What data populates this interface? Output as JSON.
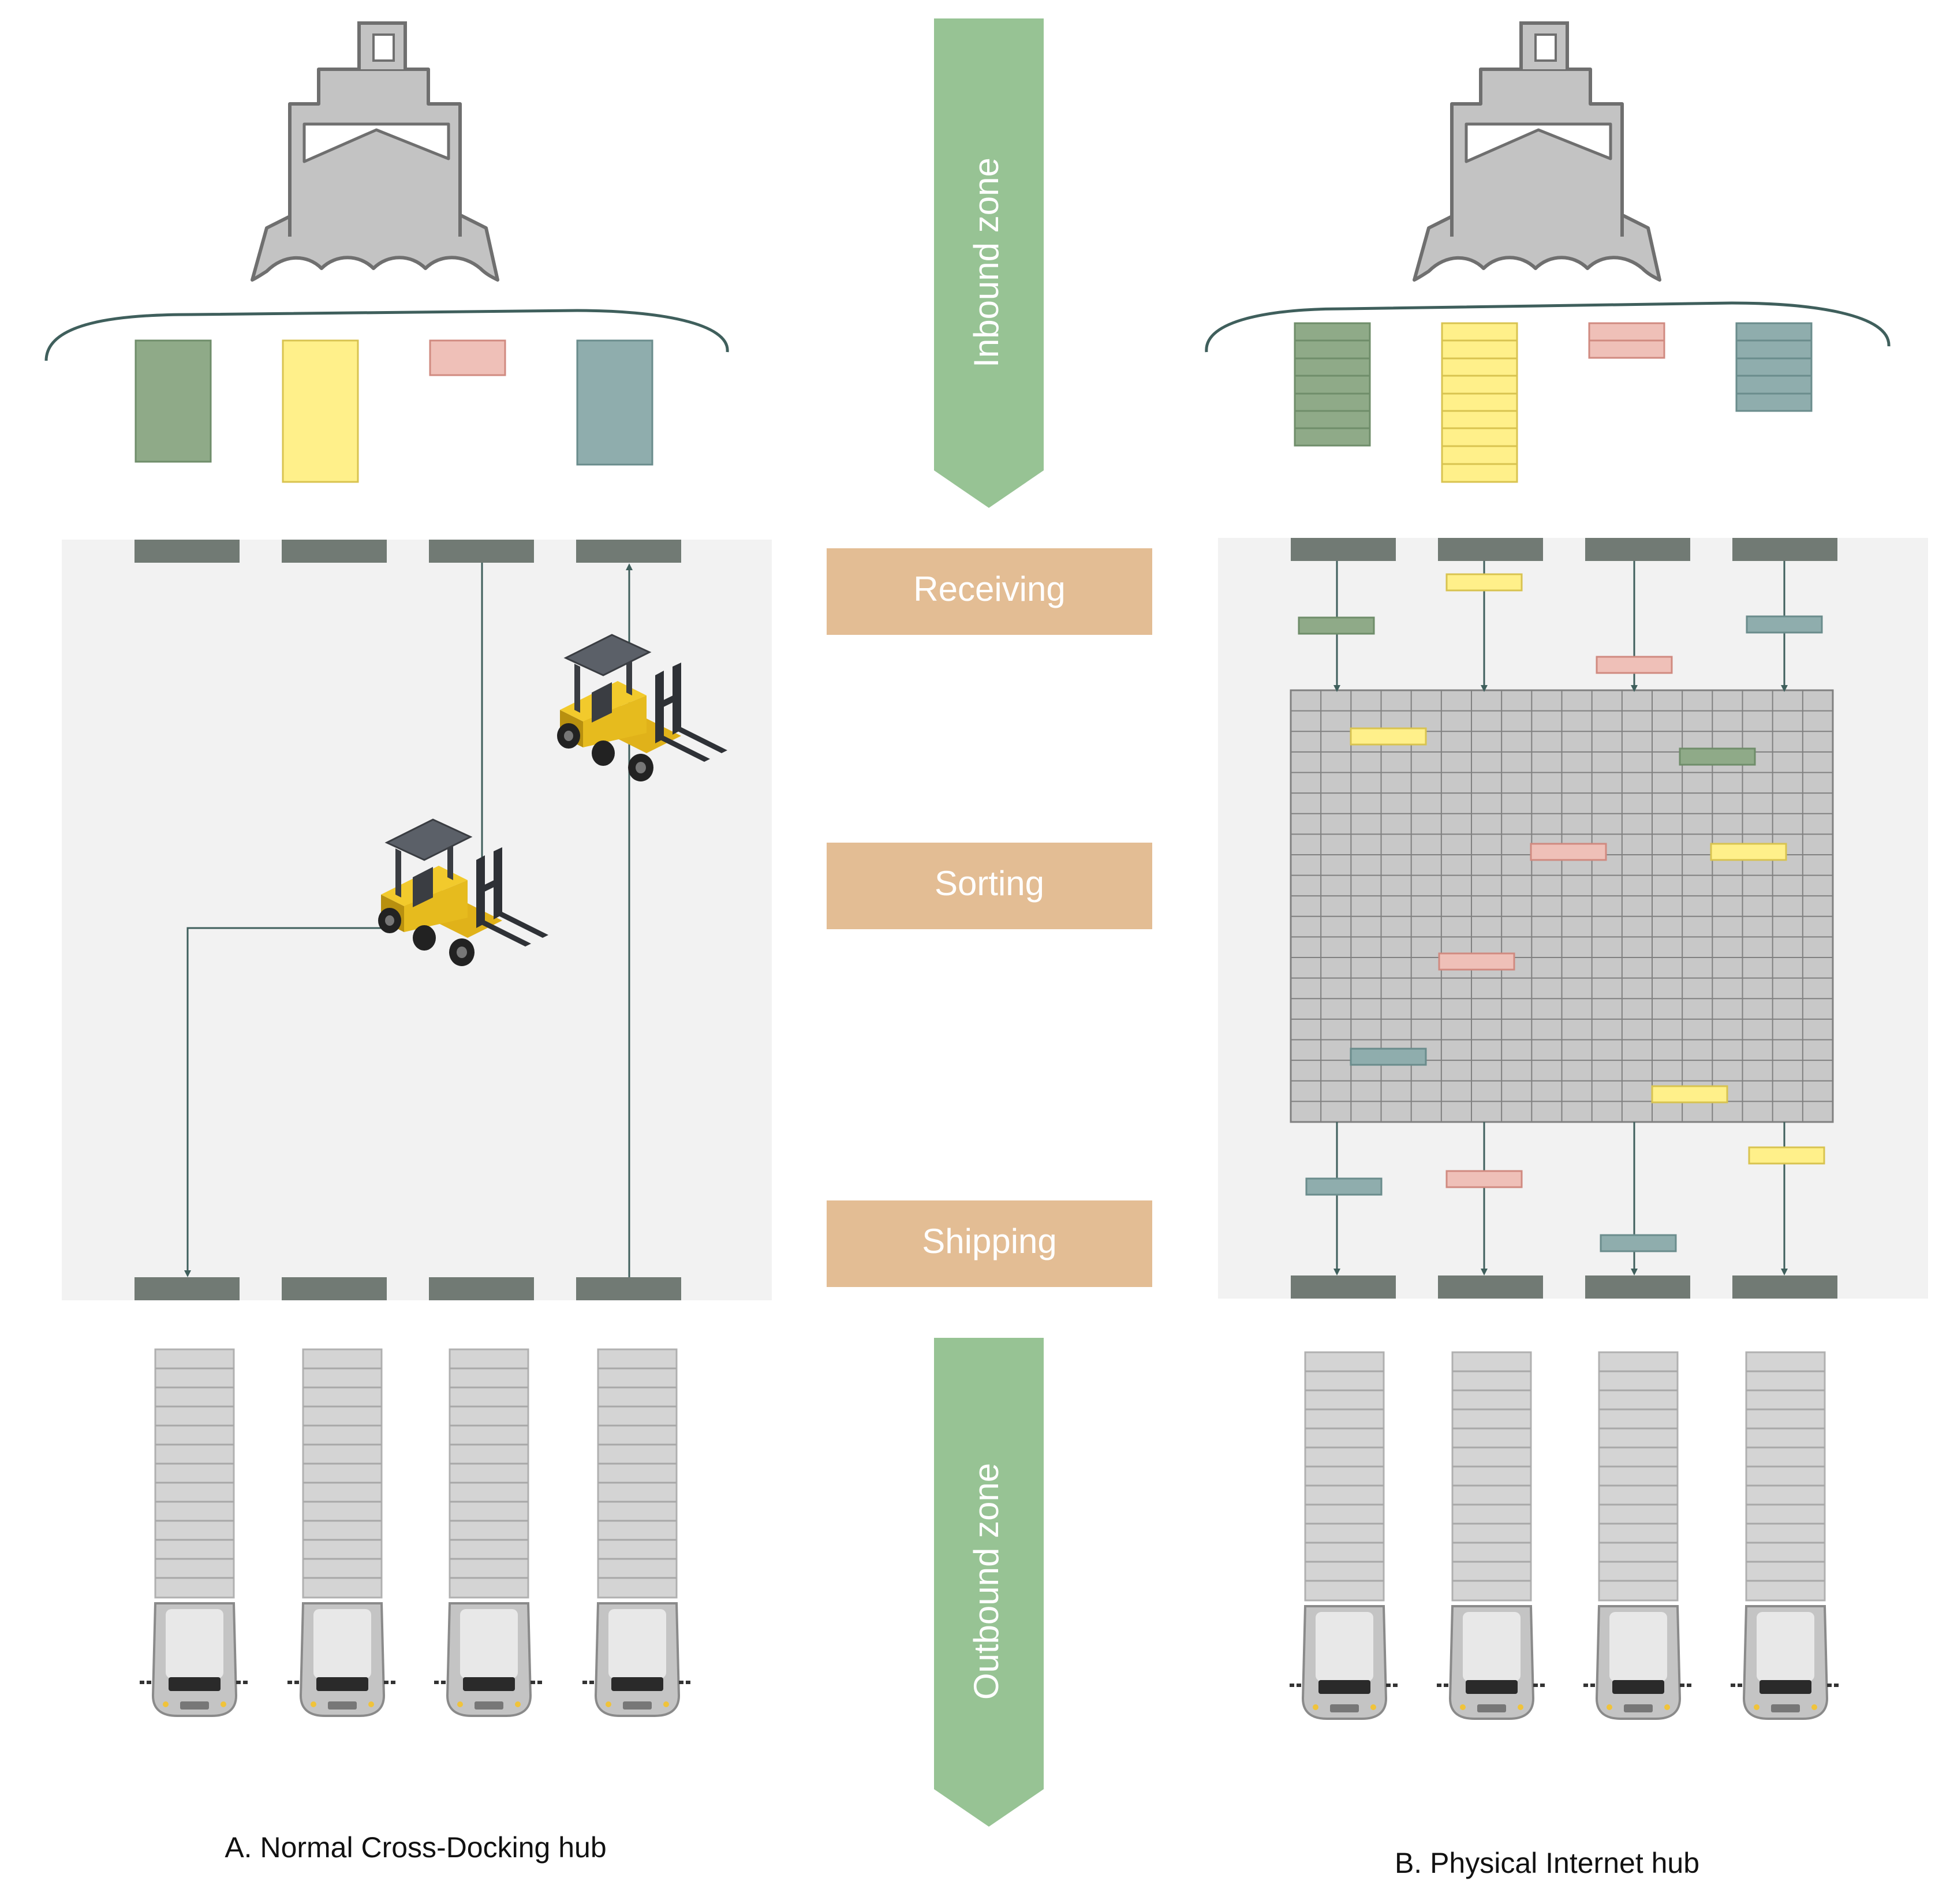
{
  "zones": {
    "inbound_label": "Inbound zone",
    "outbound_label": "Outbound zone"
  },
  "stages": {
    "receiving": "Receiving",
    "sorting": "Sorting",
    "shipping": "Shipping"
  },
  "captions": {
    "panel_a": "A. Normal Cross-Docking hub",
    "panel_b": "B. Physical Internet hub"
  },
  "colors": {
    "zone_arrow": "#97c394",
    "stage_box": "#e3bd94",
    "floor": "#f2f2f2",
    "dock": "#717a74",
    "connector": "#3f5f5c",
    "ship": "#c3c3c3",
    "ship_outline": "#6f6f6f",
    "forklift_body": "#f0c320",
    "forklift_frame": "#555a60",
    "truck_trailer": "#d4d4d4",
    "truck_cab": "#e8e8e8",
    "grid_cell": "#c8c8c8",
    "grid_line": "#808080",
    "cargo_green": "#8faa88",
    "cargo_yellow": "#fff08a",
    "cargo_pink": "#efc0b8",
    "cargo_teal": "#8fadad"
  },
  "icons": [
    "ship-icon",
    "forklift-icon",
    "truck-icon"
  ]
}
